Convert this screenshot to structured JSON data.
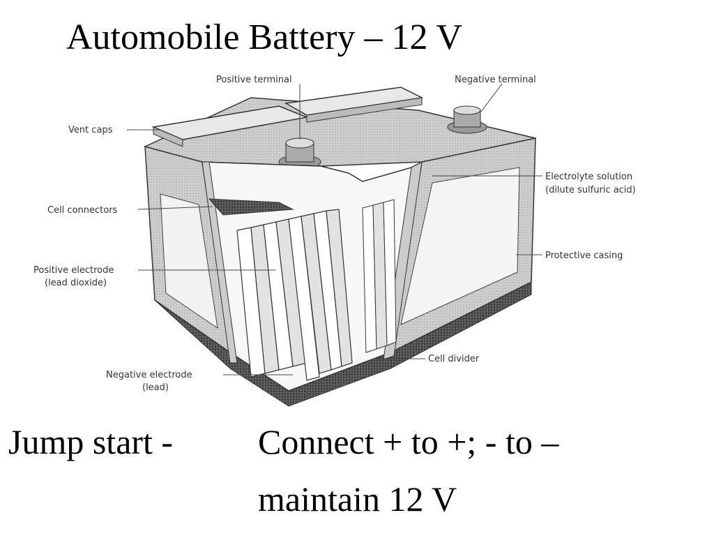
{
  "title": "Automobile Battery – 12 V",
  "diagram": {
    "labels": {
      "positive_terminal": "Positive terminal",
      "negative_terminal": "Negative terminal",
      "vent_caps": "Vent caps",
      "electrolyte_1": "Electrolyte solution",
      "electrolyte_2": "(dilute sulfuric acid)",
      "cell_connectors": "Cell connectors",
      "protective_casing": "Protective casing",
      "positive_electrode_1": "Positive electrode",
      "positive_electrode_2": "(lead dioxide)",
      "cell_divider": "Cell divider",
      "negative_electrode_1": "Negative electrode",
      "negative_electrode_2": "(lead)"
    }
  },
  "jump_start": {
    "label": "Jump start -",
    "line1": "Connect + to +; - to –",
    "line2": "maintain 12 V"
  }
}
